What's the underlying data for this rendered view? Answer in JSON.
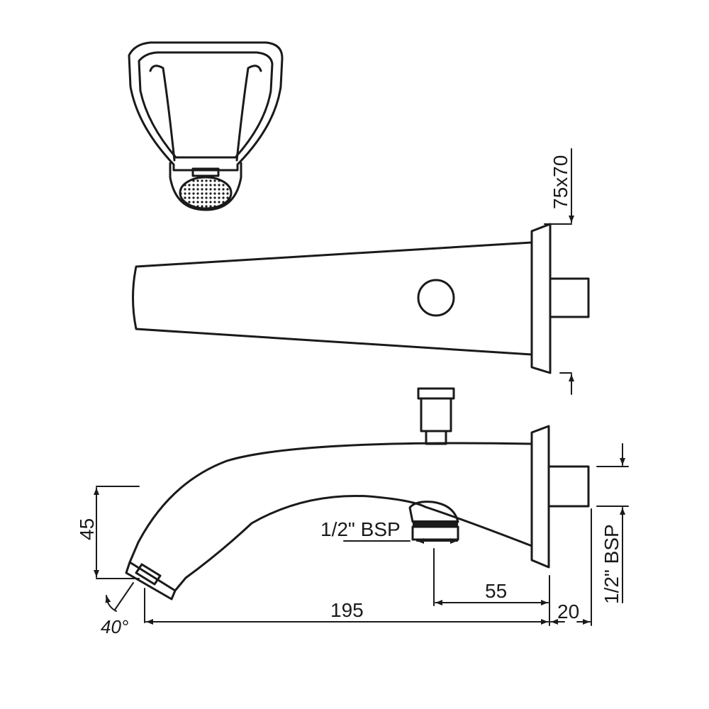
{
  "dimensions": {
    "flange_size": "75x70",
    "height": "45",
    "length": "195",
    "outlet_offset": "55",
    "flange_depth": "20",
    "angle": "40°",
    "thread_side": "1/2\" BSP",
    "thread_back": "1/2\" BSP"
  },
  "views": [
    "front-view",
    "top-view",
    "side-view"
  ],
  "colors": {
    "line": "#1a1a1a",
    "background": "#ffffff"
  }
}
